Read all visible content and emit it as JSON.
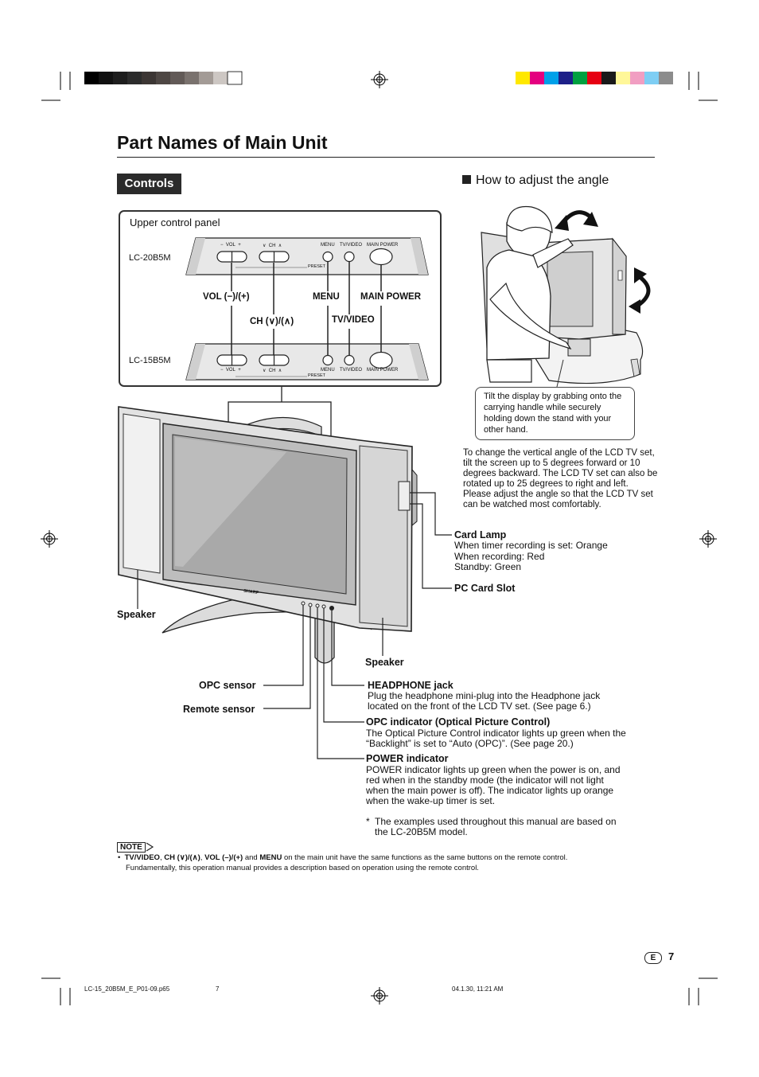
{
  "page": {
    "title": "Part Names of Main Unit",
    "section_badge": "Controls",
    "angle_heading": "How to adjust the angle",
    "page_number": "7",
    "lang_badge": "E"
  },
  "upper_panel": {
    "caption": "Upper control panel",
    "model_a": "LC-20B5M",
    "model_b": "LC-15B5M",
    "btn_labels": {
      "vol": "VOL",
      "ch": "CH",
      "menu": "MENU",
      "tvvideo": "TV/VIDEO",
      "mainpower": "MAIN POWER",
      "preset": "PRESET"
    },
    "label_vol": "VOL (−)/(+)",
    "label_ch": "CH (∨)/(∧)",
    "label_menu": "MENU",
    "label_tvvideo": "TV/VIDEO",
    "label_mainpower": "MAIN POWER"
  },
  "angle": {
    "callout": "Tilt the display by grabbing onto the carrying handle while securely holding down the stand with your other hand.",
    "paragraph": "To change the vertical angle of the LCD TV set, tilt the screen up to 5 degrees forward or 10 degrees backward. The LCD TV set can also be rotated up to 25 degrees to right and left. Please adjust the angle so that the LCD TV set can be watched most comfortably."
  },
  "parts": {
    "brand": "SHARP",
    "card_lamp": {
      "title": "Card Lamp",
      "lines": [
        "When timer recording is set: Orange",
        "When recording: Red",
        "Standby: Green"
      ]
    },
    "pc_card_slot": "PC Card Slot",
    "speaker_left": "Speaker",
    "speaker_right": "Speaker",
    "opc_sensor": "OPC sensor",
    "remote_sensor": "Remote sensor",
    "headphone": {
      "title": "HEADPHONE jack",
      "lines": [
        "Plug the headphone mini-plug into the Headphone jack",
        "located on the front of the LCD TV set. (See page 6.)"
      ]
    },
    "opc_indicator": {
      "title": "OPC indicator (Optical Picture Control)",
      "lines": [
        "The Optical Picture Control indicator lights up green when the",
        "“Backlight” is set to “Auto (OPC)”. (See page 20.)"
      ]
    },
    "power_indicator": {
      "title": "POWER indicator",
      "lines": [
        "POWER indicator lights up green when the power is on, and",
        "red when in the standby mode (the indicator will not light",
        "when the main power is off). The indicator lights up orange",
        "when the wake-up timer is set."
      ]
    }
  },
  "footnote": {
    "star": "*",
    "lines": [
      "The examples used throughout this manual are based on",
      "the LC-20B5M model."
    ]
  },
  "note": {
    "label": "NOTE",
    "bullet": "•",
    "b1": "TV/VIDEO",
    "s1": ", ",
    "b2": "CH (∨)/(∧)",
    "s2": ", ",
    "b3": "VOL (–)/(+)",
    "s3": " and ",
    "b4": "MENU",
    "s4": " on the main unit have the same functions as the same buttons on the remote control.",
    "line2": "Fundamentally, this operation manual provides a description based on operation using the remote control."
  },
  "print_footer": {
    "file": "LC-15_20B5M_E_P01-09.p65",
    "page": "7",
    "date": "04.1.30, 11:21 AM"
  },
  "colors": {
    "badge_bg": "#2b2b2b",
    "rule": "#222222"
  }
}
